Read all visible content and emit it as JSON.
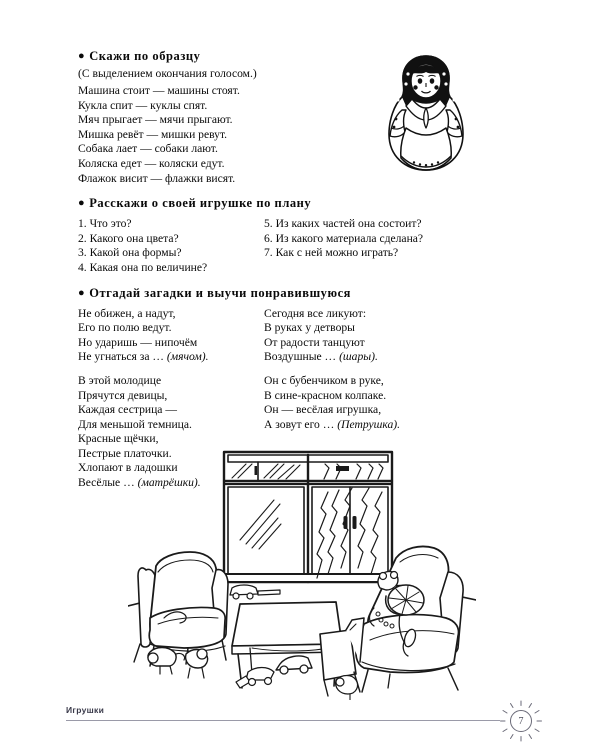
{
  "page": {
    "footer_label": "Игрушки",
    "page_number": "7"
  },
  "sections": [
    {
      "heading": "Скажи по образцу",
      "note": "(С выделением окончания голосом.)",
      "lines": [
        "Машина стоит — машины стоят.",
        "Кукла спит — куклы спят.",
        "Мяч прыгает — мячи прыгают.",
        "Мишка ревёт — мишки ревут.",
        "Собака лает — собаки лают.",
        "Коляска едет — коляски едут.",
        "Флажок висит — флажки висят."
      ]
    },
    {
      "heading": "Расскажи о своей игрушке по плану",
      "questions_left": [
        "1. Что это?",
        "2. Какого она цвета?",
        "3. Какой она формы?",
        "4. Какая она по величине?"
      ],
      "questions_right": [
        "5. Из каких частей она состоит?",
        "6. Из какого материала сделана?",
        "7. Как с ней можно играть?"
      ]
    },
    {
      "heading": "Отгадай загадки и выучи понравившуюся",
      "riddles": {
        "group_one": {
          "left": [
            "Не обижен, а надут,",
            "Его по полю ведут.",
            "Но ударишь — нипочём",
            "Не угнаться за … (мячом)."
          ],
          "right": [
            "Сегодня все ликуют:",
            "В руках у детворы",
            "От радости танцуют",
            "Воздушные … (шары)."
          ]
        },
        "group_two": {
          "left": [
            "В этой молодице",
            "Прячутся девицы,",
            "Каждая сестрица —",
            "Для меньшой темница.",
            "Красные щёчки,",
            "Пестрые платочки.",
            "Хлопают в ладошки",
            "Весёлые … (матрёшки)."
          ],
          "right": [
            "Он с бубенчиком в руке,",
            "В сине-красном колпаке.",
            "Он — весёлая игрушка,",
            "А зовут его … (Петрушка)."
          ]
        }
      }
    }
  ],
  "illustrations": {
    "matryoshka_alt": "matryoshka-doll-illustration",
    "room_alt": "playroom-with-toys-illustration"
  }
}
